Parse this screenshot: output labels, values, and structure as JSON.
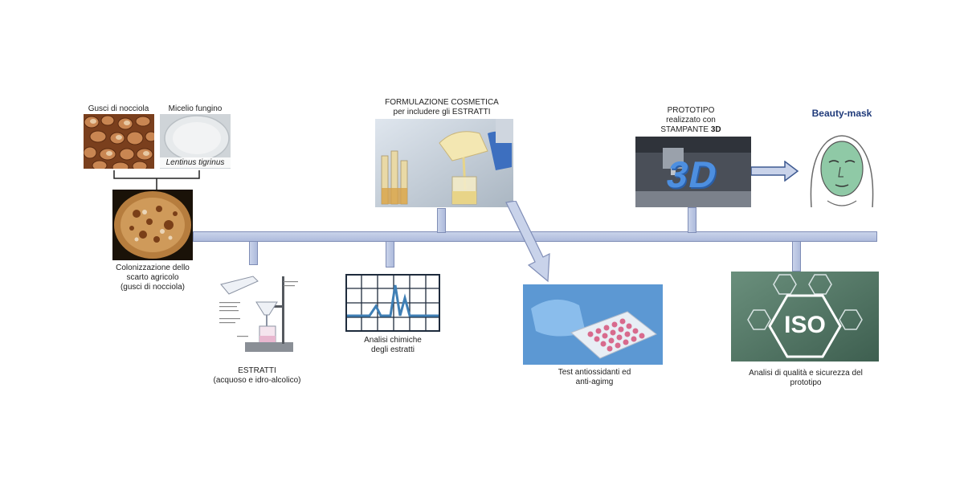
{
  "steps": {
    "gusci_label": "Gusci di nocciola",
    "micelio_label": "Micelio fungino",
    "micelio_species": "Lentinus tigrinus",
    "colonizzazione": [
      "Colonizzazione dello",
      "scarto agricolo",
      "(gusci di nocciola)"
    ],
    "estratti": [
      "ESTRATTI",
      "(acquoso e idro-alcolico)"
    ],
    "analisi_chimiche": [
      "Analisi chimiche",
      "degli estratti"
    ],
    "formulazione": [
      "FORMULAZIONE COSMETICA",
      "per includere gli ESTRATTI"
    ],
    "test": [
      "Test antiossidanti ed",
      "anti-agimg"
    ],
    "prototipo": [
      "PROTOTIPO",
      "realizzato con",
      "STAMPANTE",
      "3D"
    ],
    "analisi_qualita": [
      "Analisi di qualità e sicurezza del",
      "prototipo"
    ],
    "beauty_mask": "Beauty-mask",
    "iso_text": "ISO",
    "print_text": "3D"
  },
  "colors": {
    "timeline": "#aebbdc",
    "border": "#7f8db6",
    "beauty_title": "#1f3a7a",
    "mask_green": "#8fc9a6"
  }
}
